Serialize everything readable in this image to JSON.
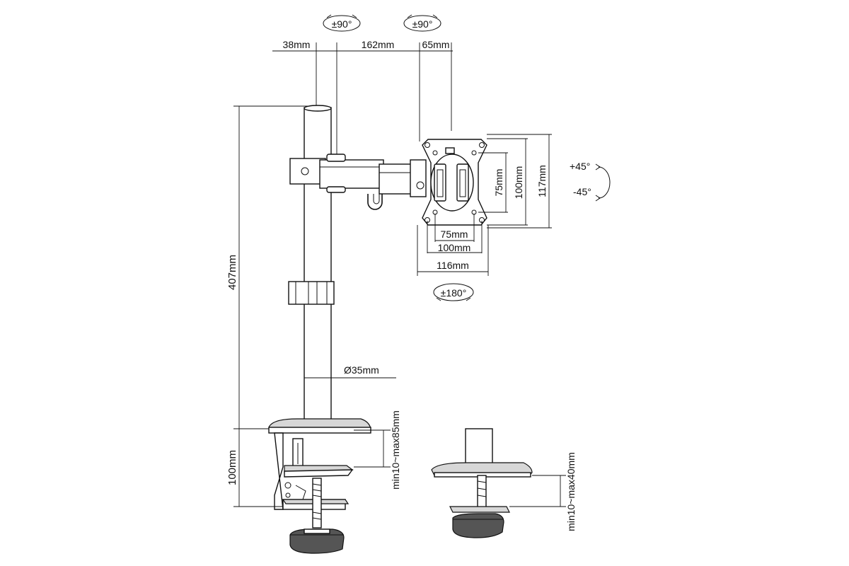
{
  "dimensions": {
    "arm_offset_38": "38mm",
    "arm_length_162": "162mm",
    "head_offset_65": "65mm",
    "pole_height_407": "407mm",
    "pole_diameter": "Ø35mm",
    "clamp_height_100": "100mm",
    "clamp_range": "min10~max85mm",
    "grommet_range": "min10~max40mm",
    "vesa_h_75": "75mm",
    "vesa_h_100": "100mm",
    "vesa_h_116": "116mm",
    "vesa_v_75": "75mm",
    "vesa_v_100": "100mm",
    "vesa_v_117": "117mm"
  },
  "rotations": {
    "arm_swivel": "±90°",
    "head_swivel": "±90°",
    "rotation": "±180°",
    "tilt_up": "+45°",
    "tilt_down": "-45°"
  },
  "colors": {
    "line": "#111111",
    "fill_light": "#d7d7d7",
    "fill_dark": "#555555"
  }
}
